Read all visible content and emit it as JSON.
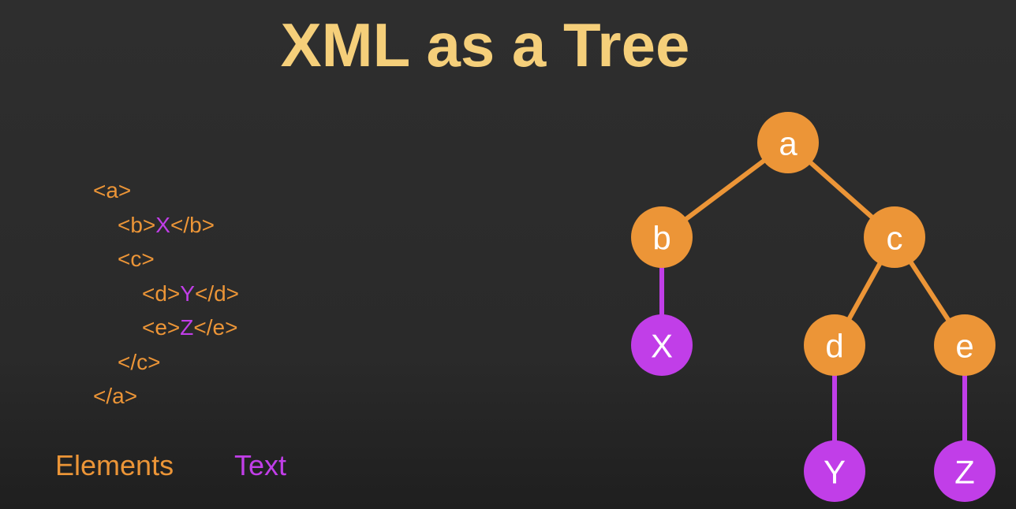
{
  "title": "XML as a Tree",
  "code_lines": [
    {
      "indent": 0,
      "pre": "<a>",
      "text": "",
      "post": ""
    },
    {
      "indent": 1,
      "pre": "<b>",
      "text": "X",
      "post": "</b>"
    },
    {
      "indent": 1,
      "pre": "<c>",
      "text": "",
      "post": ""
    },
    {
      "indent": 2,
      "pre": "<d>",
      "text": "Y",
      "post": "</d>"
    },
    {
      "indent": 2,
      "pre": "<e>",
      "text": "Z",
      "post": "</e>"
    },
    {
      "indent": 1,
      "pre": "</c>",
      "text": "",
      "post": ""
    },
    {
      "indent": 0,
      "pre": "</a>",
      "text": "",
      "post": ""
    }
  ],
  "legend": {
    "elements": "Elements",
    "text": "Text"
  },
  "colors": {
    "element": "#ec9537",
    "text": "#c13ee8",
    "title": "#f5cf7a",
    "background": "#2b2b2b"
  },
  "tree": {
    "nodes": [
      {
        "id": "a",
        "label": "a",
        "kind": "element"
      },
      {
        "id": "b",
        "label": "b",
        "kind": "element"
      },
      {
        "id": "c",
        "label": "c",
        "kind": "element"
      },
      {
        "id": "X",
        "label": "X",
        "kind": "text"
      },
      {
        "id": "d",
        "label": "d",
        "kind": "element"
      },
      {
        "id": "e",
        "label": "e",
        "kind": "element"
      },
      {
        "id": "Y",
        "label": "Y",
        "kind": "text"
      },
      {
        "id": "Z",
        "label": "Z",
        "kind": "text"
      }
    ],
    "edges": [
      {
        "from": "a",
        "to": "b"
      },
      {
        "from": "a",
        "to": "c"
      },
      {
        "from": "b",
        "to": "X"
      },
      {
        "from": "c",
        "to": "d"
      },
      {
        "from": "c",
        "to": "e"
      },
      {
        "from": "d",
        "to": "Y"
      },
      {
        "from": "e",
        "to": "Z"
      }
    ]
  }
}
